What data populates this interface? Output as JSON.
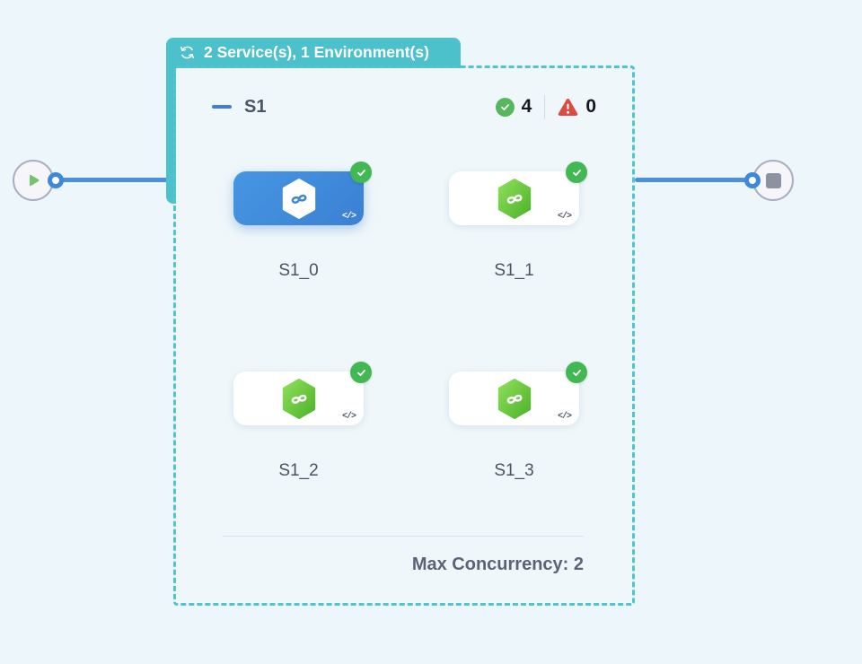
{
  "header_badge": {
    "icon": "cycle-icon",
    "label": "2 Service(s), 1 Environment(s)"
  },
  "group": {
    "title": "S1",
    "passed_count": "4",
    "failed_count": "0",
    "max_concurrency": "Max Concurrency: 2",
    "services": [
      {
        "label": "S1_0",
        "state": "selected",
        "status": "passed",
        "code_glyph": "</>"
      },
      {
        "label": "S1_1",
        "state": "default",
        "status": "passed",
        "code_glyph": "</>"
      },
      {
        "label": "S1_2",
        "state": "default",
        "status": "passed",
        "code_glyph": "</>"
      },
      {
        "label": "S1_3",
        "state": "default",
        "status": "passed",
        "code_glyph": "</>"
      }
    ]
  },
  "flow": {
    "start_node_icon": "play-icon",
    "end_node_icon": "stop-icon"
  },
  "colors": {
    "badge_teal": "#4cc0cb",
    "dashed_border": "#50c4cf",
    "edge_blue": "#4a90db",
    "selected_card_blue": "#4090dd",
    "hexagon_green": "#5fc433",
    "success_green": "#41b854",
    "error_red": "#dc4b3f"
  }
}
